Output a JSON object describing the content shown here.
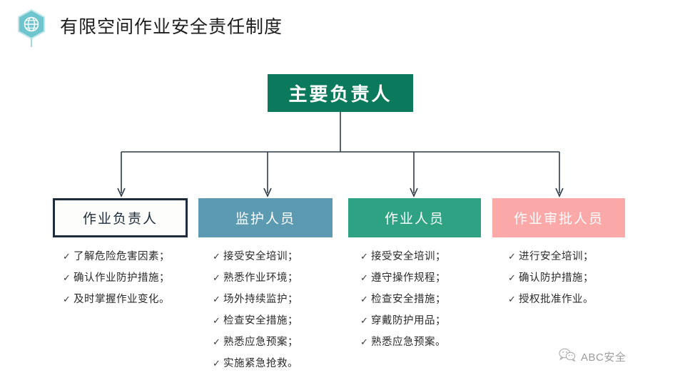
{
  "header": {
    "title": "有限空间作业安全责任制度",
    "icon": "globe-hexagon-icon"
  },
  "diagram": {
    "type": "org-tree",
    "root": {
      "label": "主要负责人",
      "color": "#0b7a5c",
      "text_color": "#ffffff"
    },
    "children": [
      {
        "label": "作业负责人",
        "color": "#fdfdfb",
        "border_color": "#1d2b3a",
        "text_color": "#1d2b3a",
        "items": [
          "了解危险危害因素；",
          "确认作业防护措施；",
          "及时掌握作业变化。"
        ]
      },
      {
        "label": "监护人员",
        "color": "#5b9ab0",
        "text_color": "#ffffff",
        "items": [
          "接受安全培训；",
          "熟悉作业环境；",
          "场外持续监护；",
          "检查安全措施；",
          "熟悉应急预案；",
          "实施紧急抢救。"
        ]
      },
      {
        "label": "作业人员",
        "color": "#2ea283",
        "text_color": "#ffffff",
        "items": [
          "接受安全培训；",
          "遵守操作规程；",
          "检查安全措施；",
          "穿戴防护用品；",
          "熟悉应急预案。"
        ]
      },
      {
        "label": "作业审批人员",
        "color": "#fba8a8",
        "text_color": "#ffffff",
        "items": [
          "进行安全培训；",
          "确认防护措施；",
          "授权批准作业。"
        ]
      }
    ],
    "bullet_marker": "✓",
    "connector_color": "#2d3a47"
  },
  "watermark": {
    "label": "ABC安全",
    "icon": "wechat-icon"
  }
}
